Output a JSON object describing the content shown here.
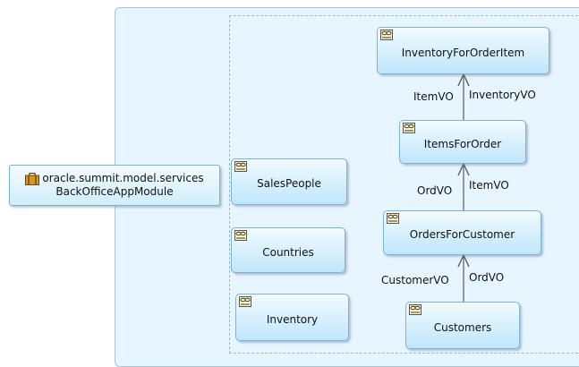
{
  "app_module": {
    "package": "oracle.summit.model.services",
    "name": "BackOfficeAppModule",
    "icon": "briefcase-icon"
  },
  "view_objects": {
    "inventory_for_order_item": "InventoryForOrderItem",
    "items_for_order": "ItemsForOrder",
    "orders_for_customer": "OrdersForCustomer",
    "customers": "Customers",
    "sales_people": "SalesPeople",
    "countries": "Countries",
    "inventory": "Inventory"
  },
  "view_links": {
    "link1_source": "ItemVO",
    "link1_target": "InventoryVO",
    "link2_source": "OrdVO",
    "link2_target": "ItemVO",
    "link3_source": "CustomerVO",
    "link3_target": "OrdVO"
  },
  "colors": {
    "node_border": "#7ab3d6",
    "area_background": "#e6f5ff",
    "connector": "#5a5a5a"
  },
  "node_icon": "view-object-icon"
}
